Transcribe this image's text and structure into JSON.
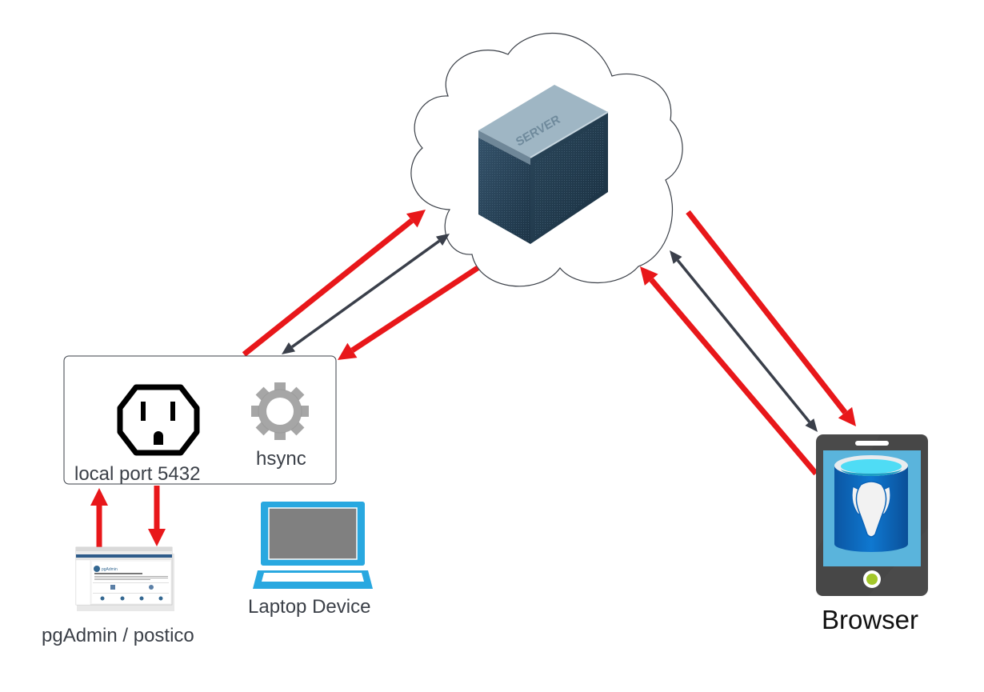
{
  "diagram": {
    "nodes": {
      "cloud": {
        "label": ""
      },
      "server": {
        "label": "SERVER"
      },
      "local_box": {
        "port_label": "local port 5432",
        "service_label": "hsync"
      },
      "client_app": {
        "label": "pgAdmin / postico",
        "screenshot_title": "pgAdmin"
      },
      "laptop": {
        "label": "Laptop Device"
      },
      "phone": {
        "label": "Browser"
      }
    },
    "edges": [
      {
        "id": "local-to-cloud",
        "from": "local_box",
        "to": "cloud",
        "style": "red",
        "direction": "one-way"
      },
      {
        "id": "local-cloud-sync",
        "from": "local_box",
        "to": "cloud",
        "style": "dark",
        "direction": "two-way"
      },
      {
        "id": "cloud-to-local",
        "from": "cloud",
        "to": "local_box",
        "style": "red",
        "direction": "one-way"
      },
      {
        "id": "phone-to-cloud",
        "from": "phone",
        "to": "cloud",
        "style": "red",
        "direction": "one-way"
      },
      {
        "id": "cloud-phone-sync",
        "from": "cloud",
        "to": "phone",
        "style": "dark",
        "direction": "two-way"
      },
      {
        "id": "cloud-to-phone",
        "from": "cloud",
        "to": "phone",
        "style": "red",
        "direction": "one-way"
      },
      {
        "id": "client-to-local",
        "from": "client_app",
        "to": "local_box",
        "style": "red",
        "direction": "one-way"
      },
      {
        "id": "local-to-client",
        "from": "local_box",
        "to": "client_app",
        "style": "red",
        "direction": "one-way"
      }
    ],
    "colors": {
      "red_arrow": "#e8171a",
      "dark_arrow": "#3a3f4a",
      "laptop_blue": "#29a8e0",
      "phone_body": "#4a4a4a",
      "phone_screen": "#5ab4dc",
      "db_blue": "#0a63b8",
      "db_top": "#4fdcf5",
      "home_button": "#a3c72a",
      "gear_gray": "#a6a6a6",
      "server_dark": "#2e4a5e",
      "server_top": "#9fb6c4"
    }
  }
}
